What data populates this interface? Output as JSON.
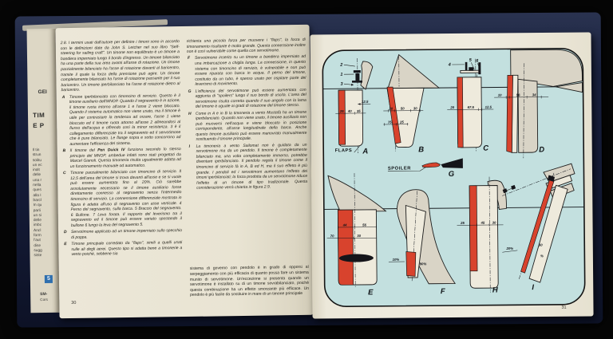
{
  "colors": {
    "photo_bg": "#060606",
    "cover_navy": "#1a2240",
    "page_cream": "#ece7d8",
    "diagram_cyan": "#c3e0df",
    "accent_red": "#d8432d",
    "shape_gray": "#d9d4c6"
  },
  "edge": {
    "h1": "GEI",
    "h2": "TIM",
    "h3": "E P",
    "lines1": "Il tin\nstrun\nsolitu\nun ec\ninolt\ndelle\nuna r\nnella\nques\nalla I\nbarcl\nIn qu\nparli\nun si\ndelle\nimbc\nAncl\nform\nl'aut\ndise\nsugg\nsiste",
    "badge": "5",
    "foot1": "SM-",
    "foot2": "Cors"
  },
  "left_page": {
    "page_number": "30",
    "intro": "2.8. I termini usati dall'autore per definire i timoni sono in accordo con le definizioni date da John S. Letcher nel suo libro \"Self-steering for sailing craft\". Un timone non equilibrato è un timone a bandiera imperniato lungo il bordo d'ingresso. Un timone bilanciato ha una parte della sua area avanti all'asse di rotazione. Un timone parzialmente bilanciato ha l'asse di rotazione davanti al baricentro, tramite il quale la forza della pressione può agire. Un timone completamente bilanciato ha l'asse di rotazione passante per il suo baricentro. Un timone iperbilanciato ha l'asse di rotazione dietro al baricentro.",
    "items": [
      {
        "label": "A",
        "text": "Timone iperbilanciato con timoncino di servizio. Questo è il timone ausiliario dell'MNOP. Quando il segnavento è in azione, il timone ruota intorno all'asse 1 e l'asse 2 viene bloccato. Quando il sistema automatico non viene usato, ma il timone è utile per contrastare la tendenza ad orzare, l'asse 1 viene bloccato ed il timone ruota attorno all'asse 2 allineandosi al flusso dell'acqua e offrendo così la minor resistenza. 3 è il collegamento differenziale tra il segnavento ed il servotimone che è pure bilanciato. Le flange sopra e sotto concorrono ad aumentare l'efficienza del sistema."
      },
      {
        "label": "B",
        "pre": "Il timone del ",
        "boat": "Pen Duick IV",
        "post": " funziona secondo lo stesso principio del MNOP, ambedue infatti sono stati progettati da Marcel Gianoli. Questa timoneria risulta ugualmente adatta ad un funzionamento manuale od automatico."
      },
      {
        "label": "C",
        "text": "Timone parzialmente bilanciato con timoncino di servizio. Il 12,5 dell'area del timone si trova davanti all'asse e se si vuole può essere aumentata fino al 20%. Ciò sarebbe assolutamente necessario se il timone ausiliario fosse direttamente connesso al segnavento senza l'intermedio timoncino di servizio. La connessione differenziale mostrata in figura è adatta all'uso di segnavento con asse verticale. 4 Perno del segnavento, sulla barca. 5 Braccio del segnavento. 6 Bullone. 7 Leva forata. Il rapporto del leverismo tra il segnavento ed il timone può essere variato spostando il bullone 6 lungo la leva del segnavento 5."
      },
      {
        "label": "D",
        "text": "Servotimone applicato ad un timone imperniato sullo specchio di poppa."
      },
      {
        "label": "E",
        "text": "Timone principale corredato da \"flaps\", simili a quelli usati sulle ali degli aerei. Questo tipo si adatta bene a timonerie a vento poiché, sebbene sia"
      }
    ],
    "continuation": "richiesta una piccola forza per muovere i \"flaps\", la forza di timonamento risultante è molto grande. Questa connessione inoltre non è così vulnerabile come quella con servotimone.",
    "items2": [
      {
        "label": "F",
        "text": "Servotimone inserito su un timone a bandiera imperniato ad una imbarcazione a chiglia lunga. La connessione, in questo sistema con timoncino di servizio, è vulnerabile e non può essere riparata con barca in acqua. Il perno del timone, costituito da un tubo, è spesso usato per ospitare parte del leverismo di movimento."
      },
      {
        "label": "G",
        "text": "L'efficienza del servotimone può essere aumentata con aggiunta di \"spoilers\" lungo il suo bordo di uscita. L'area del servotimone risulta corretta quando il suo angolo con la lama del timone è uguale ai gradi di rotazione del timone stesso."
      },
      {
        "label": "H",
        "text": "Come in A e in B la timoneria a vento Mustafà ha un timone iperbilanciato. Quando non viene usato, il timone ausiliario non può muoversi nell'acqua e viene bloccato in posizione corrispondente, all'asse longitudinale della barca. Anche questo timone ausiliario può essere manovrato manualmente sostituendo il timone principale."
      },
      {
        "label": "I",
        "text": "La timoneria a vento Sailomat non è guidata da un servotimone ma da un pendolo. Il timone è completamente bilanciato ma, una volta completamente immerso, potrebbe diventare iperbilanciato. Il pendolo regola il timone come il timoncino di servizio fà in A, B ed H, ma il suo effetto è più grande. I pendoli ed i servotimoni aumentano l'effetto dei timoni iperbilanciati; la forza prodotta da un servotimone riduce l'effetto di un timone di tipo tradizionale. Questa considerazione verrà chiarita in figura 2.9."
      }
    ],
    "footer": "sistema di governo con pendolo è in grado di opporsi al serpeggiamento con più efficacia di quanto possa fare un sistema munito di servotimone. Un'eccezione si presenta quando un servotimone è installato su di un timone sovrabilanciato, poichè questa combinazione ha un effetto smorzante più efficace. Un pendolo è più facile da sostituire in mare di un timone principale"
  },
  "right_page": {
    "page_number": "31",
    "fig_a": {
      "letter": "A",
      "caption": "FLAPS",
      "n1": "1",
      "n2": "2",
      "n3": "3",
      "d1": "25",
      "d2": "40",
      "d3": "35",
      "d4": "12.5"
    },
    "fig_b": {
      "letter": "B",
      "d1": "20",
      "d2": "50",
      "d3": "30",
      "d4": "75",
      "d5": "25"
    },
    "fig_c": {
      "letter": "C",
      "n4": "4",
      "n5": "5",
      "n6": "6",
      "n7": "7",
      "d1": "20",
      "d2": "67.5",
      "d3": "12.5"
    },
    "fig_d": {
      "letter": "D",
      "d1": "10",
      "d2": "56",
      "d3": "34"
    },
    "fig_e": {
      "letter": "E",
      "d1": "44",
      "d2": "56",
      "d3": "70",
      "d4": "30"
    },
    "fig_f": {
      "letter": "F",
      "p1": "10%",
      "p2": "90%"
    },
    "fig_g": {
      "letter": "G",
      "caption": "SPOILER"
    },
    "fig_h": {
      "letter": "H",
      "d1": "25",
      "d2": "45",
      "d3": "30"
    },
    "fig_i": {
      "letter": "I",
      "p1": "20%",
      "p2": "80",
      "p3": "%"
    }
  }
}
